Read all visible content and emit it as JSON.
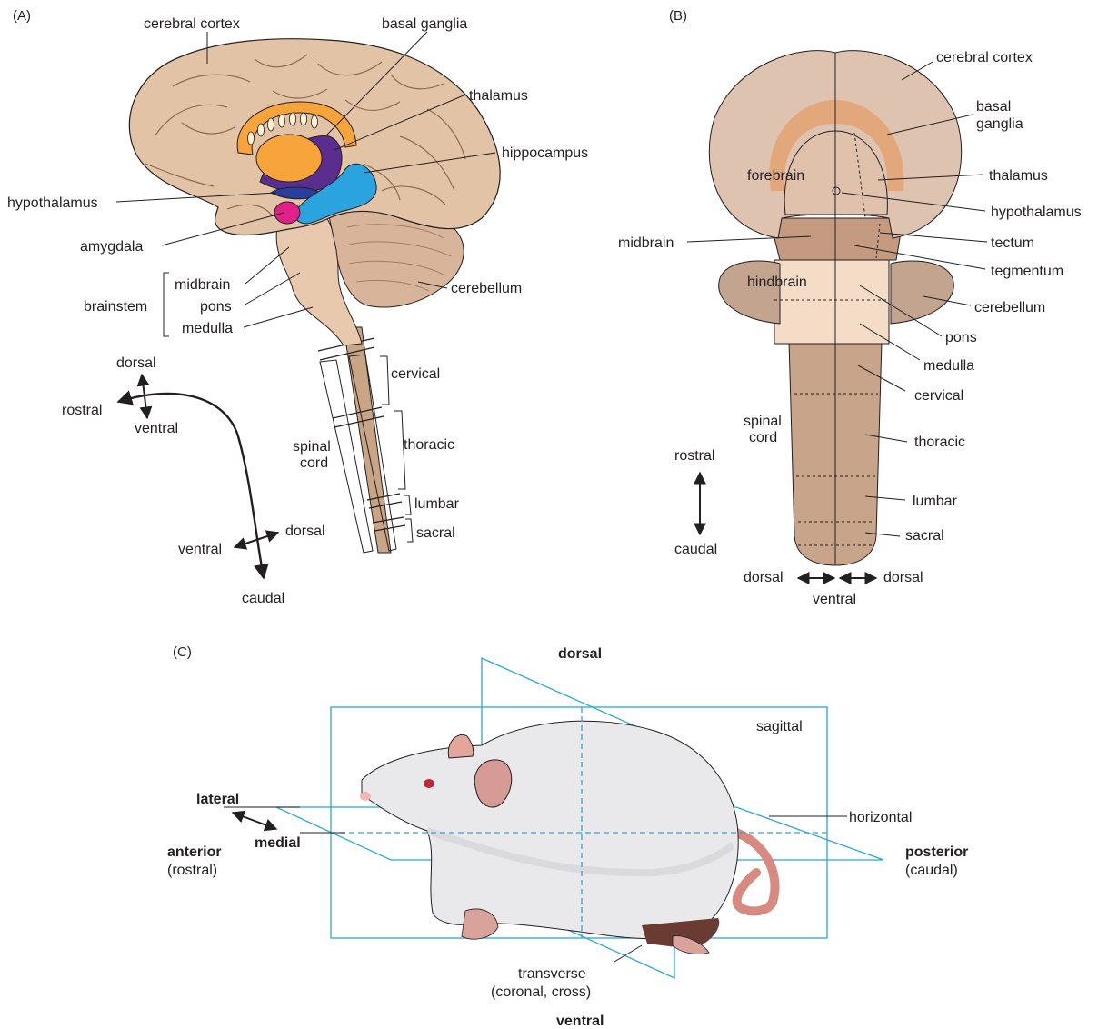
{
  "panel_a": {
    "label": "(A)",
    "cerebral_cortex": "cerebral cortex",
    "basal_ganglia": "basal ganglia",
    "thalamus": "thalamus",
    "hippocampus": "hippocampus",
    "hypothalamus": "hypothalamus",
    "amygdala": "amygdala",
    "brainstem": "brainstem",
    "midbrain": "midbrain",
    "pons": "pons",
    "medulla": "medulla",
    "cerebellum": "cerebellum",
    "spinal_cord_1": "spinal",
    "spinal_cord_2": "cord",
    "cervical": "cervical",
    "thoracic": "thoracic",
    "lumbar": "lumbar",
    "sacral": "sacral",
    "axes": {
      "dorsal_top": "dorsal",
      "rostral": "rostral",
      "ventral_top": "ventral",
      "ventral_bottom": "ventral",
      "dorsal_bottom": "dorsal",
      "caudal": "caudal"
    }
  },
  "panel_b": {
    "label": "(B)",
    "cerebral_cortex": "cerebral cortex",
    "basal_1": "basal",
    "basal_2": "ganglia",
    "forebrain": "forebrain",
    "thalamus": "thalamus",
    "hypothalamus": "hypothalamus",
    "midbrain": "midbrain",
    "tectum": "tectum",
    "tegmentum": "tegmentum",
    "hindbrain": "hindbrain",
    "cerebellum": "cerebellum",
    "pons": "pons",
    "medulla": "medulla",
    "cervical": "cervical",
    "spinal_1": "spinal",
    "spinal_2": "cord",
    "thoracic": "thoracic",
    "lumbar": "lumbar",
    "sacral": "sacral",
    "axes": {
      "rostral": "rostral",
      "caudal": "caudal",
      "dorsal_left": "dorsal",
      "dorsal_right": "dorsal",
      "ventral": "ventral"
    }
  },
  "panel_c": {
    "label": "(C)",
    "dorsal": "dorsal",
    "ventral": "ventral",
    "sagittal": "sagittal",
    "horizontal": "horizontal",
    "lateral": "lateral",
    "medial": "medial",
    "anterior": "anterior",
    "anterior_sub": "(rostral)",
    "posterior": "posterior",
    "posterior_sub": "(caudal)",
    "transverse": "transverse",
    "transverse_sub": "(coronal, cross)"
  },
  "colors": {
    "brain_tan": "#e3c3a5",
    "brainstem": "#e8c9ad",
    "cerebellum": "#d8b59a",
    "basal_ganglia": "#f7a43a",
    "thalamus_purple": "#5b2d8e",
    "hippocampus_blue": "#2ba3de",
    "amygdala_pink": "#e0218a",
    "hypothalamus_blue": "#2a3f9b",
    "b_cortex": "#dec3b0",
    "b_basal": "#e2a577",
    "b_forebrain": "#dfc1ac",
    "b_midbrain": "#c49b80",
    "b_cerebellum": "#c2a48f",
    "b_hindbrain": "#f4dcc7",
    "b_spinal": "#c8a48a",
    "plane_blue": "#29a8d6"
  }
}
